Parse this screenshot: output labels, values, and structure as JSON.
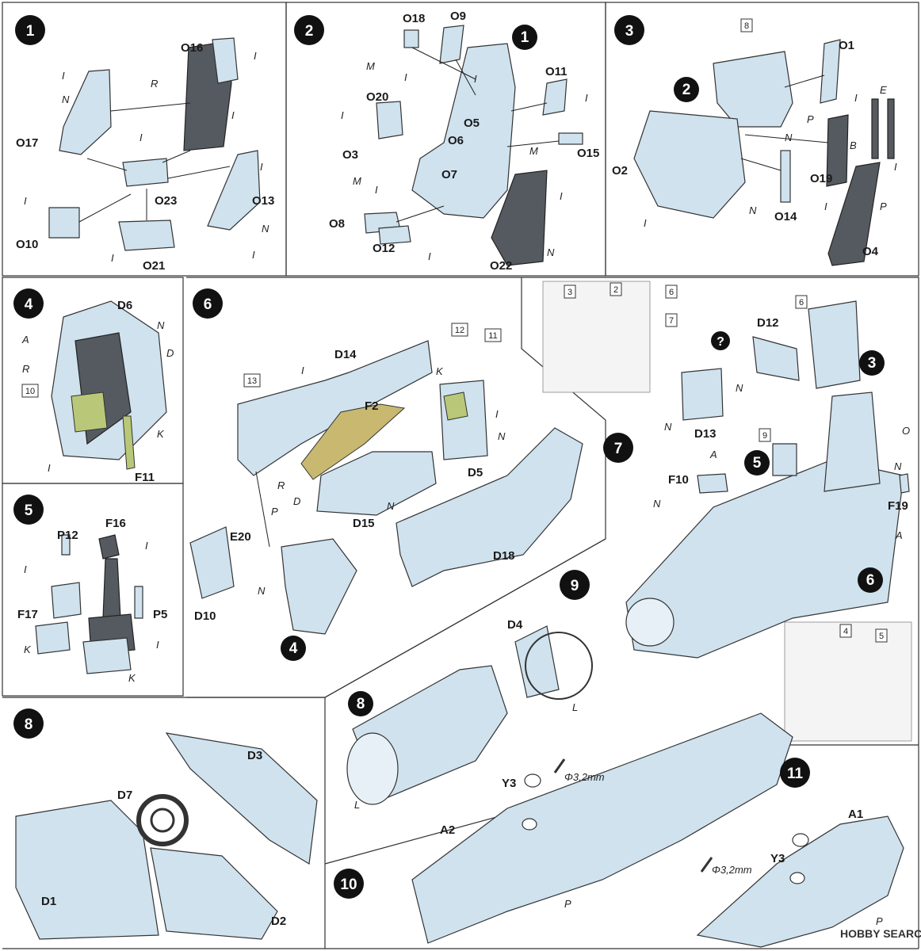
{
  "steps": {
    "s1": "1",
    "s2": "2",
    "s3": "3",
    "s4": "4",
    "s5": "5",
    "s6": "6",
    "s7": "7",
    "s8": "8",
    "s9": "9",
    "s10": "10",
    "s11": "11"
  },
  "refs": {
    "s2_ref1": "1",
    "s3_ref2": "2",
    "s6_ref4": "4",
    "s7_ref3": "3",
    "s7_ref5": "5",
    "s7_ref6": "6",
    "s9_ref8": "8",
    "question": "?"
  },
  "parts": {
    "O16": "O16",
    "O17": "O17",
    "O23": "O23",
    "O13": "O13",
    "O10": "O10",
    "O21": "O21",
    "O18": "O18",
    "O9": "O9",
    "O11": "O11",
    "O20": "O20",
    "O5": "O5",
    "O6": "O6",
    "O3": "O3",
    "O7": "O7",
    "O15": "O15",
    "O8": "O8",
    "O12": "O12",
    "O22": "O22",
    "O1": "O1",
    "O2": "O2",
    "O19": "O19",
    "O14": "O14",
    "O4": "O4",
    "D6": "D6",
    "F11": "F11",
    "D14": "D14",
    "F2": "F2",
    "D5": "D5",
    "D15": "D15",
    "D18": "D18",
    "E20": "E20",
    "D10": "D10",
    "D12": "D12",
    "D13": "D13",
    "F10": "F10",
    "F19": "F19",
    "P12": "P12",
    "F16": "F16",
    "F17": "F17",
    "P5": "P5",
    "D3": "D3",
    "D7": "D7",
    "D1": "D1",
    "D2": "D2",
    "D4": "D4",
    "Y3a": "Y3",
    "A2": "A2",
    "Y3b": "Y3",
    "A1": "A1"
  },
  "paints": {
    "I": "I",
    "N": "N",
    "R": "R",
    "M": "M",
    "P": "P",
    "B": "B",
    "E": "E",
    "A": "A",
    "D": "D",
    "K": "K",
    "O": "O",
    "L": "L"
  },
  "boxes": {
    "b8": "8",
    "b10": "10",
    "b13": "13",
    "b12": "12",
    "b11": "11",
    "b3": "3",
    "b2": "2",
    "b6a": "6",
    "b7": "7",
    "b6b": "6",
    "b9": "9",
    "b4": "4",
    "b5": "5"
  },
  "drill": {
    "d1": "Φ3,2mm",
    "d2": "Φ3,2mm"
  },
  "watermark": "HOBBY SEARCH",
  "colors": {
    "part": "#cfe2ee",
    "dark": "#555a60",
    "green": "#b8c878",
    "badge": "#111111"
  }
}
